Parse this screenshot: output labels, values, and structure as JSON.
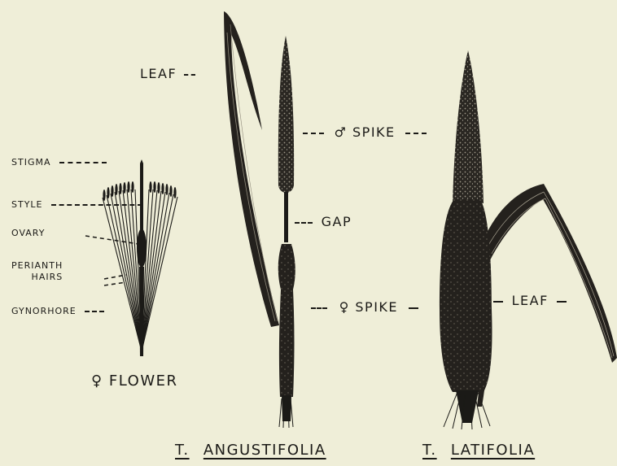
{
  "flower": {
    "title": "♀ FLOWER",
    "labels": {
      "stigma": "STIGMA",
      "style": "STYLE",
      "ovary": "OVARY",
      "perianth_line1": "PERIANTH",
      "perianth_line2": "HAIRS",
      "gynophore": "GYNORHORE"
    }
  },
  "angustifolia": {
    "genus": "T.",
    "species": "ANGUSTIFOLIA",
    "labels": {
      "leaf": "LEAF",
      "male_spike": "♂ SPIKE",
      "gap": "GAP",
      "female_spike": "♀ SPIKE"
    }
  },
  "latifolia": {
    "genus": "T.",
    "species": "LATIFOLIA",
    "labels": {
      "leaf": "LEAF"
    }
  },
  "colors": {
    "background": "#efeed8",
    "ink": "#1b1a17"
  }
}
